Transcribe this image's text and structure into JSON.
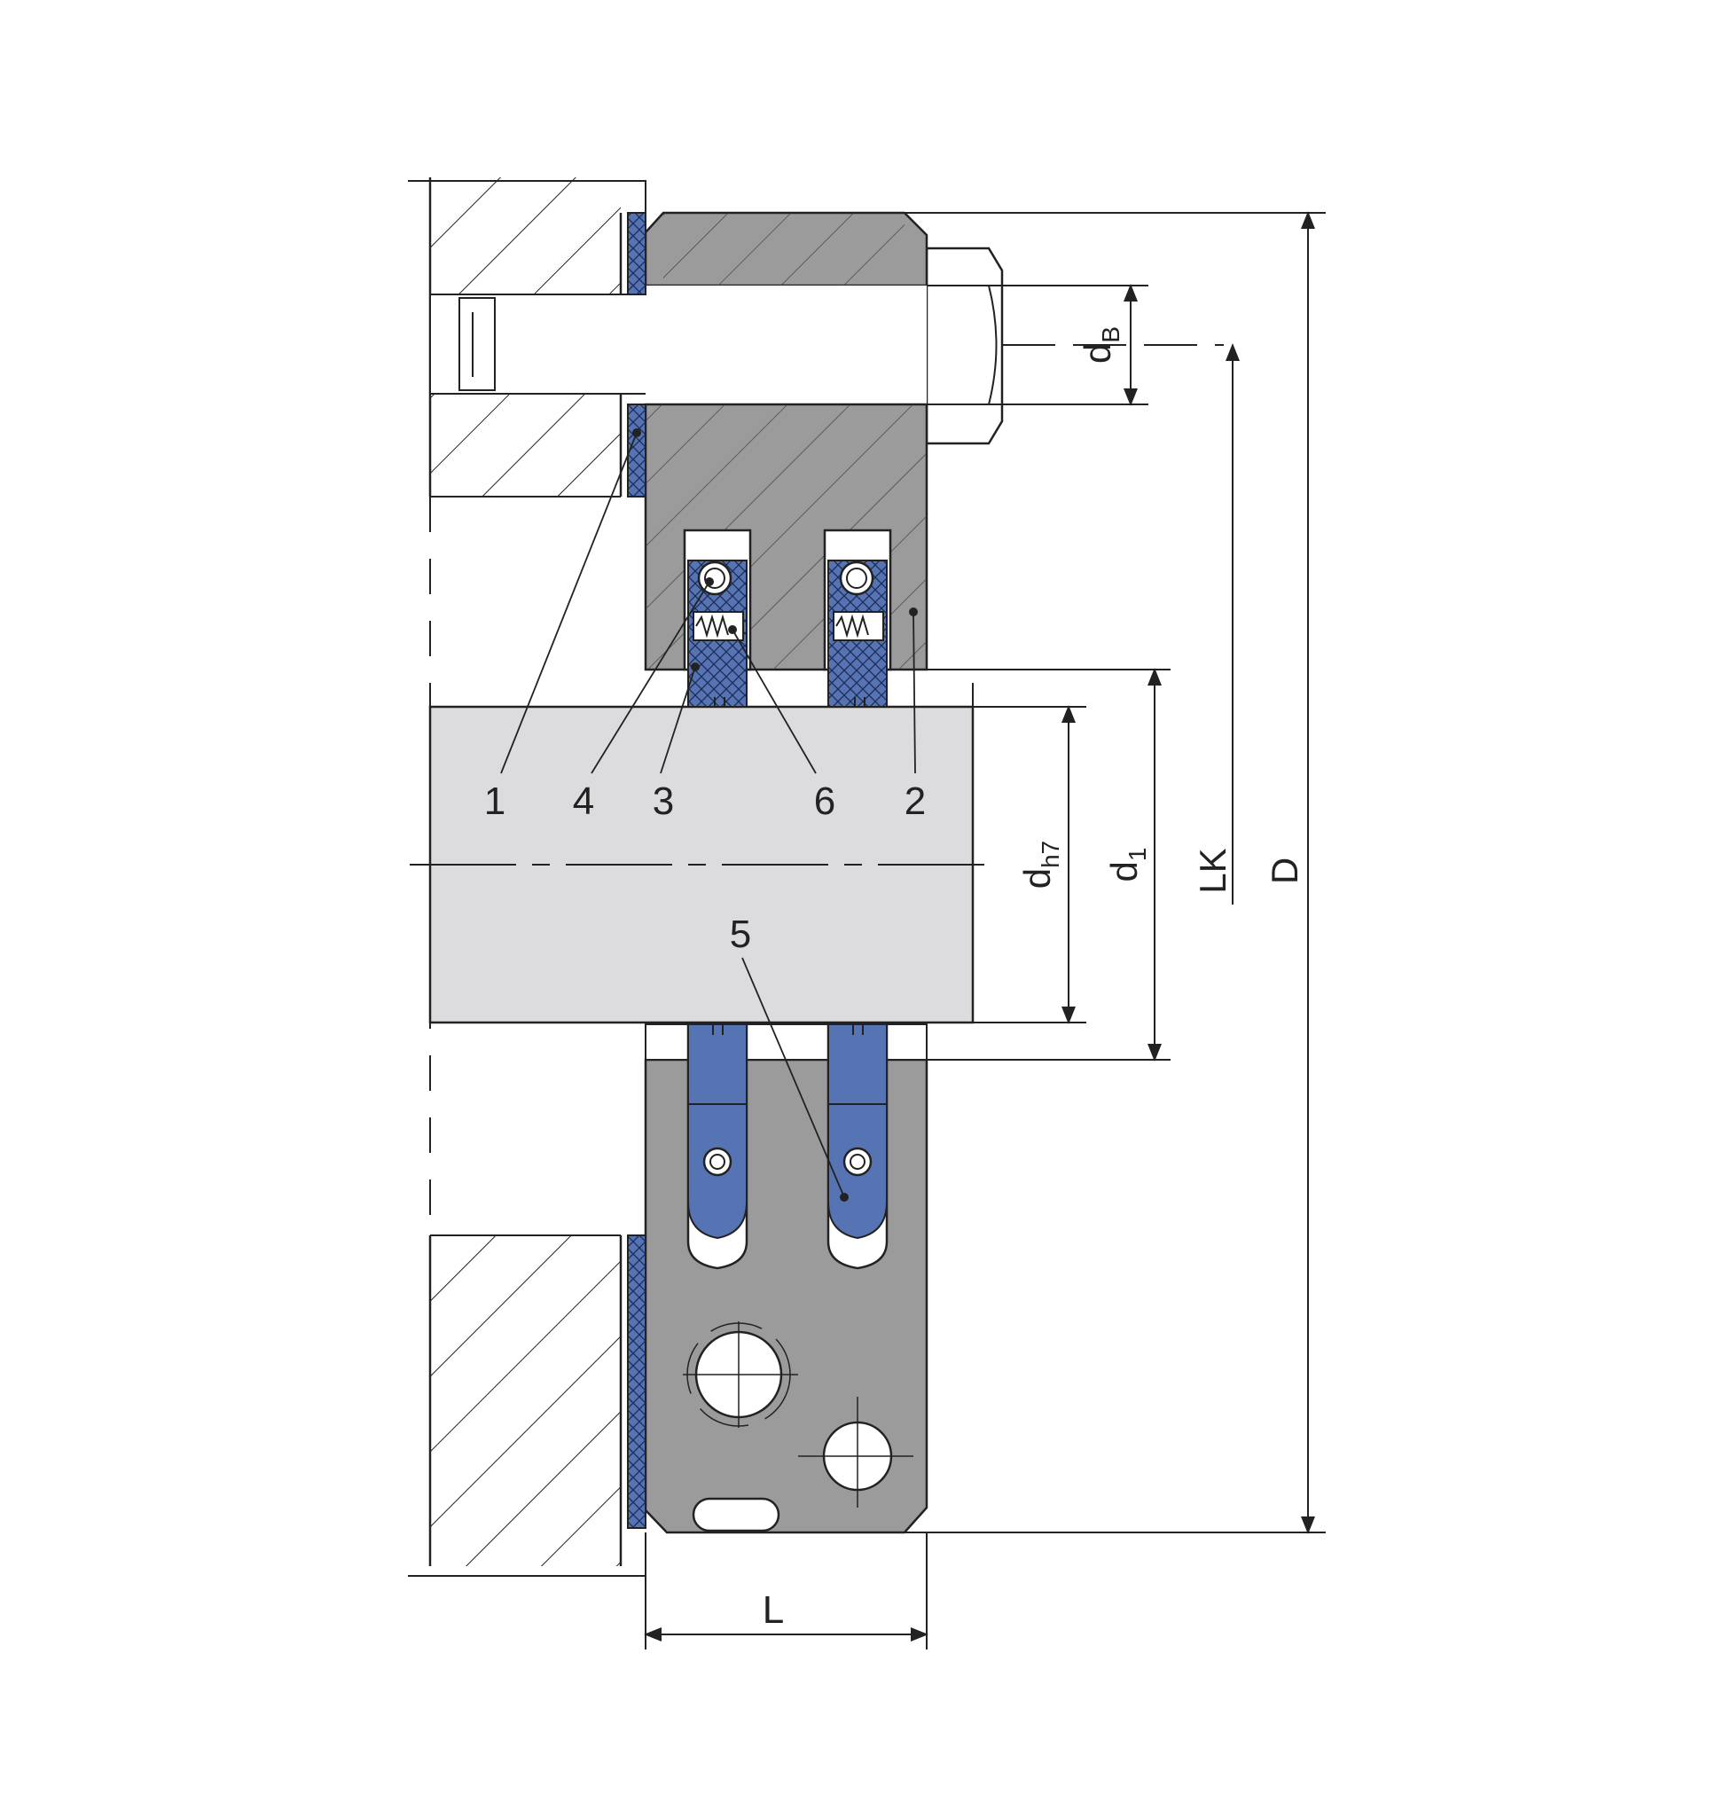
{
  "diagram": {
    "part_labels": [
      "1",
      "2",
      "3",
      "4",
      "5",
      "6"
    ],
    "dimensions": {
      "bolt_dia": "d",
      "bolt_dia_sub": "B",
      "pitch_circle": "LK",
      "outer_dia": "D",
      "bore_dia": "d",
      "bore_dia_sub": "1",
      "shaft_dia": "d",
      "shaft_dia_sub": "h7",
      "length": "L"
    },
    "colors": {
      "housing": "#9b9b9b",
      "shaft": "#dcdcde",
      "seal": "#5674b4",
      "line": "#222222"
    }
  }
}
